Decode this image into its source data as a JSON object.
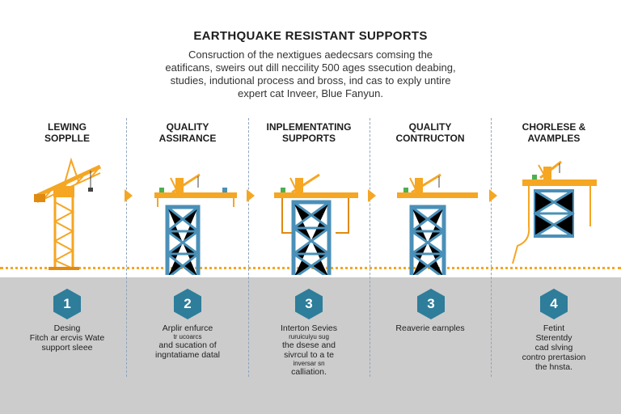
{
  "title": "EARTHQUAKE RESISTANT SUPPORTS",
  "intro_lines": [
    "Consruction of the nextigues aedecsars comsing the",
    "eatificans, sweirs out dill neccility 500 ages ssecution deabing,",
    "studies, indutional process and bross, ind cas to exply untire",
    "expert cat Inveer, Blue Fanyun."
  ],
  "colors": {
    "accent": "#f5a623",
    "structure": "#4a90b8",
    "badge": "#2e7d9a",
    "ground": "#cccccc",
    "divider": "#8ea5bb"
  },
  "steps": [
    {
      "title_lines": [
        "LEWING",
        "SOPPLLE"
      ],
      "number": "1",
      "illustration": "tower-crane-icon",
      "desc_lines": [
        "Desing",
        "Fitch ar ercvis Wate",
        "support sleee"
      ]
    },
    {
      "title_lines": [
        "QUALITY",
        "ASSIRANCE"
      ],
      "number": "2",
      "illustration": "braced-tower-icon",
      "desc_lines": [
        "Arplir enfurce",
        "tr ucoarcs",
        "and sucation of",
        "ingntatiame datal"
      ]
    },
    {
      "title_lines": [
        "INPLEMENTATING",
        "SUPPORTS"
      ],
      "number": "3",
      "illustration": "braced-tower-icon",
      "desc_lines": [
        "Interton Sevies",
        "ruruicuiyu sug",
        "the dsese and",
        "sivrcul to a te",
        "inversar sn",
        "calliation."
      ]
    },
    {
      "title_lines": [
        "QUALITY",
        "CONTRUCTON"
      ],
      "number": "3",
      "illustration": "braced-tower-icon",
      "desc_lines": [
        "Reaverie earnples"
      ]
    },
    {
      "title_lines": [
        "CHORLESE &",
        "AVAMPLES"
      ],
      "number": "4",
      "illustration": "suspended-tower-icon",
      "desc_lines": [
        "Fetint",
        "Sterentdy",
        "cad slving",
        "contro prertasion",
        "the hnsta."
      ]
    }
  ]
}
